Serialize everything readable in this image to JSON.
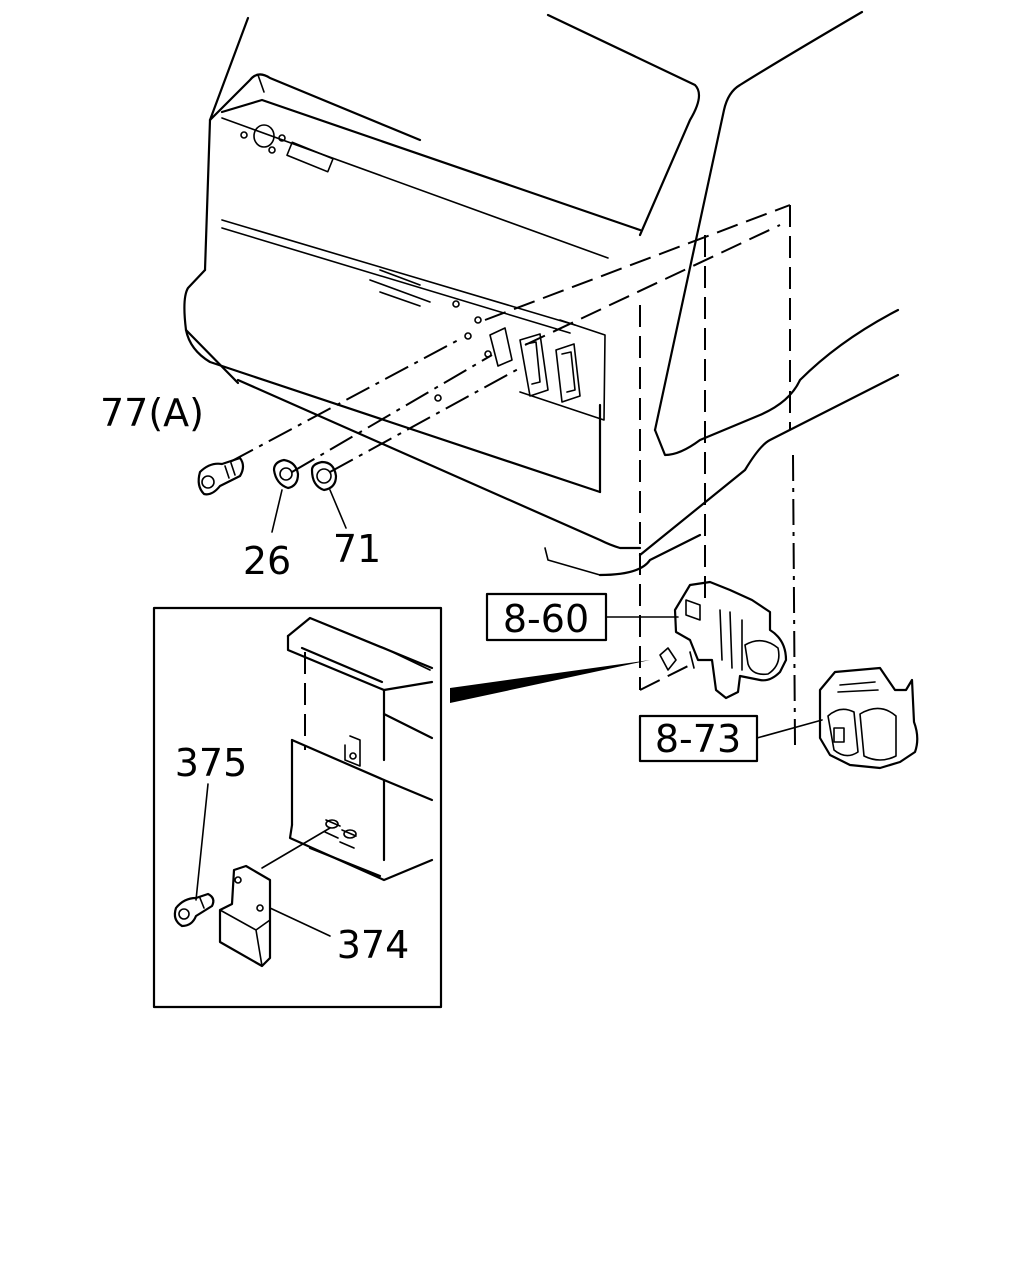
{
  "diagram": {
    "callouts": [
      {
        "id": "77a",
        "text": "77(A)"
      },
      {
        "id": "26",
        "text": "26"
      },
      {
        "id": "71",
        "text": "71"
      },
      {
        "id": "860",
        "text": "8-60"
      },
      {
        "id": "873",
        "text": "8-73"
      },
      {
        "id": "375",
        "text": "375"
      },
      {
        "id": "374",
        "text": "374"
      }
    ],
    "colors": {
      "ink": "#000000",
      "paper": "#ffffff"
    }
  }
}
